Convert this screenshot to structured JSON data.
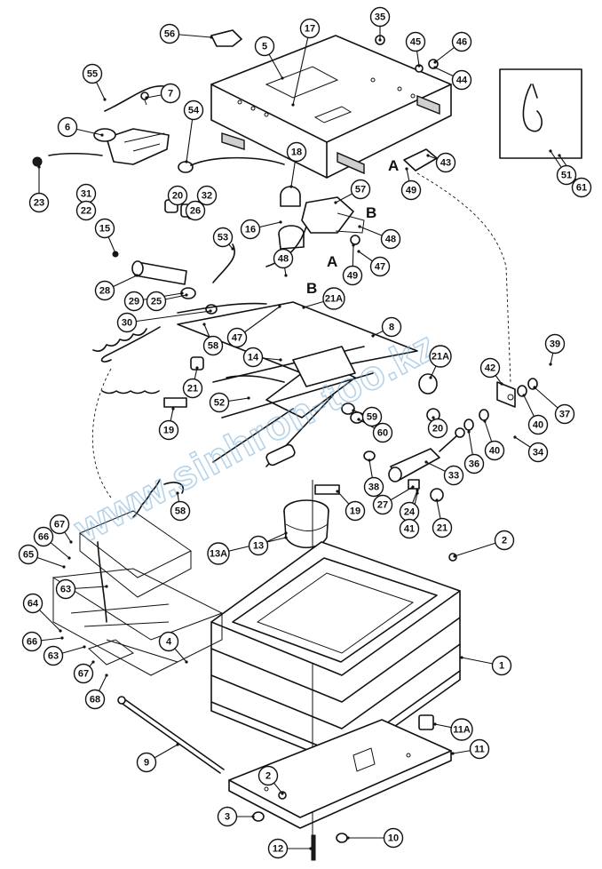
{
  "diagram": {
    "callouts": [
      {
        "id": "56",
        "label": "56"
      },
      {
        "id": "5",
        "label": "5"
      },
      {
        "id": "17",
        "label": "17"
      },
      {
        "id": "35",
        "label": "35"
      },
      {
        "id": "45",
        "label": "45"
      },
      {
        "id": "46",
        "label": "46"
      },
      {
        "id": "44",
        "label": "44"
      },
      {
        "id": "55",
        "label": "55"
      },
      {
        "id": "7",
        "label": "7"
      },
      {
        "id": "54",
        "label": "54"
      },
      {
        "id": "6",
        "label": "6"
      },
      {
        "id": "23",
        "label": "23"
      },
      {
        "id": "18",
        "label": "18"
      },
      {
        "id": "43",
        "label": "43"
      },
      {
        "id": "49a",
        "label": "49"
      },
      {
        "id": "51",
        "label": "51"
      },
      {
        "id": "61",
        "label": "61"
      },
      {
        "id": "31",
        "label": "31"
      },
      {
        "id": "22",
        "label": "22"
      },
      {
        "id": "15",
        "label": "15"
      },
      {
        "id": "20a",
        "label": "20"
      },
      {
        "id": "32",
        "label": "32"
      },
      {
        "id": "26",
        "label": "26"
      },
      {
        "id": "16",
        "label": "16"
      },
      {
        "id": "57",
        "label": "57"
      },
      {
        "id": "48a",
        "label": "48"
      },
      {
        "id": "53",
        "label": "53"
      },
      {
        "id": "47a",
        "label": "47"
      },
      {
        "id": "49b",
        "label": "49"
      },
      {
        "id": "48b",
        "label": "48"
      },
      {
        "id": "28",
        "label": "28"
      },
      {
        "id": "29",
        "label": "29"
      },
      {
        "id": "25",
        "label": "25"
      },
      {
        "id": "30",
        "label": "30"
      },
      {
        "id": "21Aa",
        "label": "21A"
      },
      {
        "id": "47b",
        "label": "47"
      },
      {
        "id": "58a",
        "label": "58"
      },
      {
        "id": "8",
        "label": "8"
      },
      {
        "id": "39",
        "label": "39"
      },
      {
        "id": "21Ab",
        "label": "21A"
      },
      {
        "id": "14",
        "label": "14"
      },
      {
        "id": "42",
        "label": "42"
      },
      {
        "id": "21a",
        "label": "21"
      },
      {
        "id": "52",
        "label": "52"
      },
      {
        "id": "59",
        "label": "59"
      },
      {
        "id": "60",
        "label": "60"
      },
      {
        "id": "20b",
        "label": "20"
      },
      {
        "id": "40a",
        "label": "40"
      },
      {
        "id": "37",
        "label": "37"
      },
      {
        "id": "19a",
        "label": "19"
      },
      {
        "id": "36",
        "label": "36"
      },
      {
        "id": "40b",
        "label": "40"
      },
      {
        "id": "34",
        "label": "34"
      },
      {
        "id": "33",
        "label": "33"
      },
      {
        "id": "38",
        "label": "38"
      },
      {
        "id": "27",
        "label": "27"
      },
      {
        "id": "24",
        "label": "24"
      },
      {
        "id": "41",
        "label": "41"
      },
      {
        "id": "21b",
        "label": "21"
      },
      {
        "id": "19b",
        "label": "19"
      },
      {
        "id": "58b",
        "label": "58"
      },
      {
        "id": "67a",
        "label": "67"
      },
      {
        "id": "66a",
        "label": "66"
      },
      {
        "id": "65",
        "label": "65"
      },
      {
        "id": "63a",
        "label": "63"
      },
      {
        "id": "13A",
        "label": "13A"
      },
      {
        "id": "13",
        "label": "13"
      },
      {
        "id": "2a",
        "label": "2"
      },
      {
        "id": "64",
        "label": "64"
      },
      {
        "id": "4",
        "label": "4"
      },
      {
        "id": "66b",
        "label": "66"
      },
      {
        "id": "63b",
        "label": "63"
      },
      {
        "id": "67b",
        "label": "67"
      },
      {
        "id": "68",
        "label": "68"
      },
      {
        "id": "1",
        "label": "1"
      },
      {
        "id": "11A",
        "label": "11A"
      },
      {
        "id": "11",
        "label": "11"
      },
      {
        "id": "9",
        "label": "9"
      },
      {
        "id": "2b",
        "label": "2"
      },
      {
        "id": "3",
        "label": "3"
      },
      {
        "id": "12",
        "label": "12"
      },
      {
        "id": "10",
        "label": "10"
      }
    ],
    "section_markers": {
      "a1": "A",
      "b1": "B",
      "a2": "A",
      "b2": "B"
    },
    "watermark": "www.sinhron-too.kz"
  }
}
